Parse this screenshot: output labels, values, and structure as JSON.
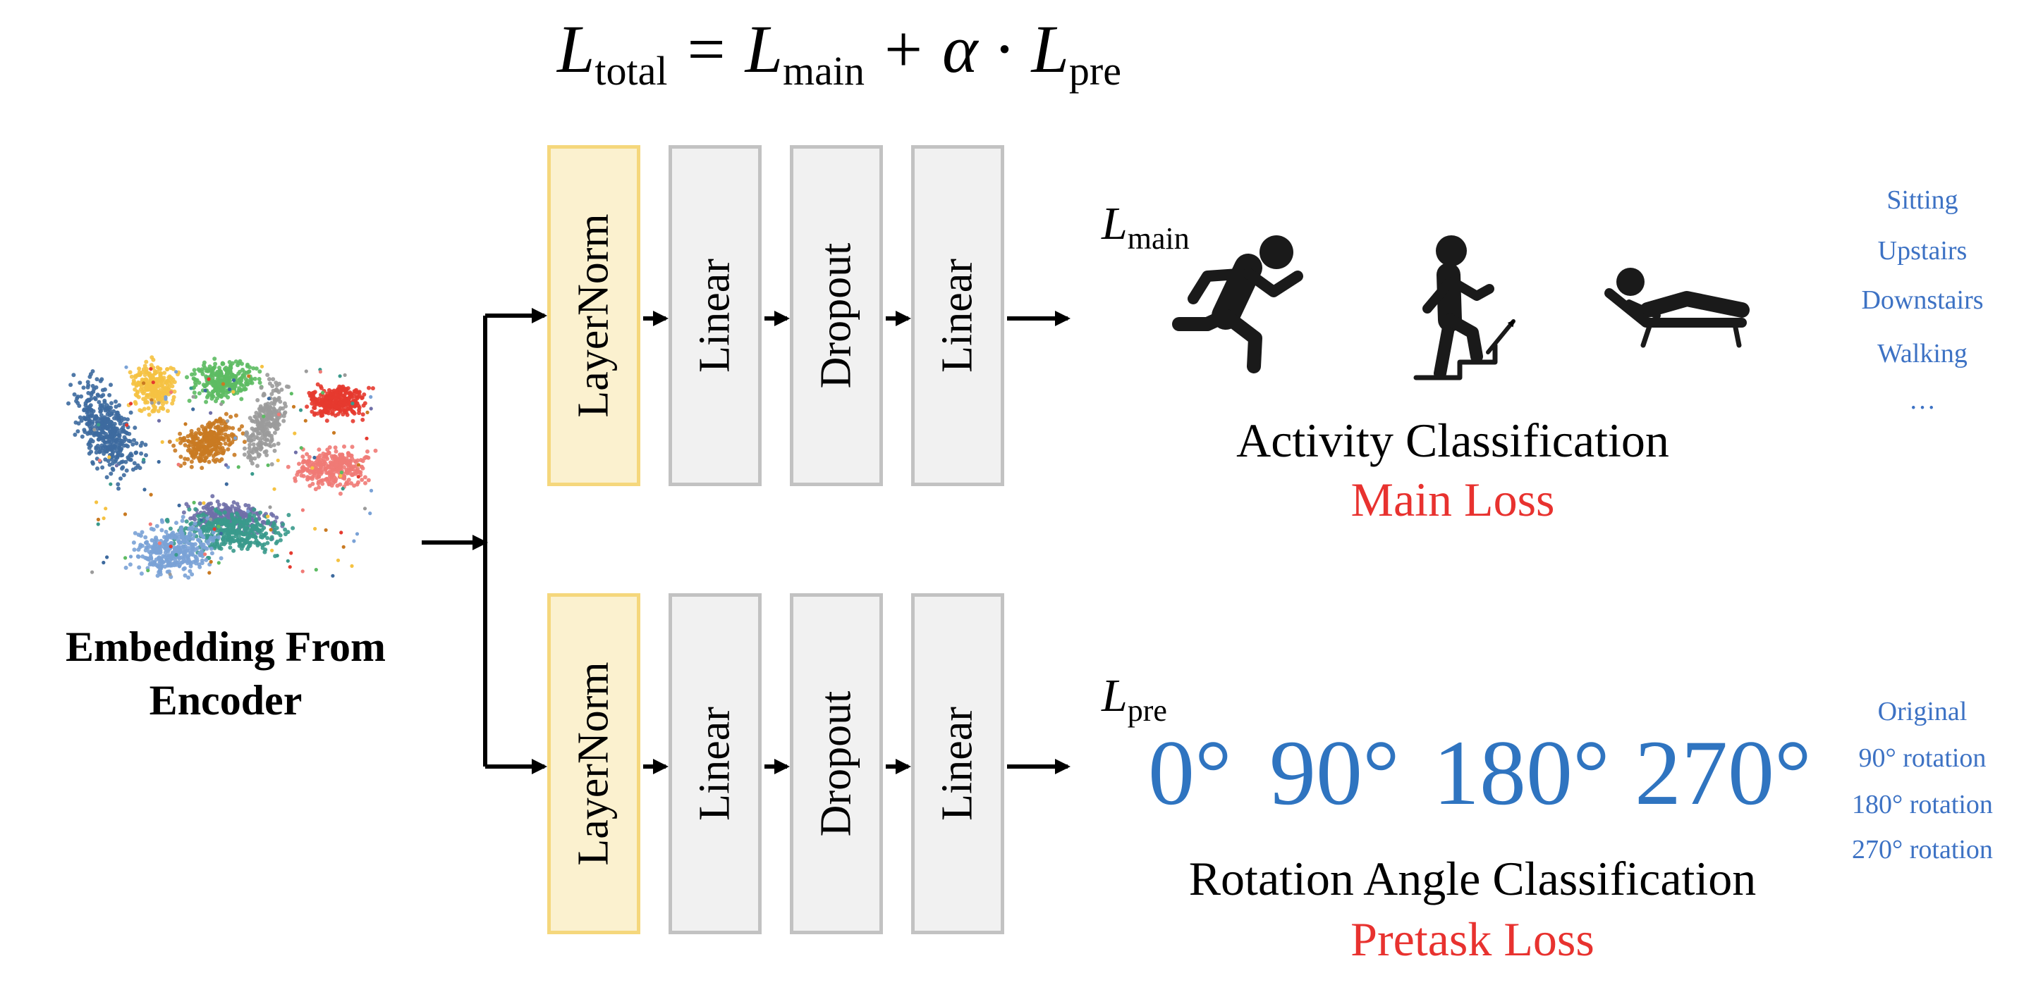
{
  "formula": {
    "lhs_var": "L",
    "lhs_sub": "total",
    "eq": "=",
    "t1_var": "L",
    "t1_sub": "main",
    "plus": "+",
    "alpha": "α",
    "dot": "·",
    "t2_var": "L",
    "t2_sub": "pre"
  },
  "embedding": {
    "label_line1": "Embedding From",
    "label_line2": "Encoder"
  },
  "heads": {
    "main": {
      "blocks": [
        "LayerNorm",
        "Linear",
        "Dropout",
        "Linear"
      ],
      "loss_var": "L",
      "loss_sub": "main",
      "task_title": "Activity Classification",
      "loss_name": "Main Loss",
      "icons": [
        "running-icon",
        "stairs-icon",
        "lying-icon"
      ]
    },
    "pre": {
      "blocks": [
        "LayerNorm",
        "Linear",
        "Dropout",
        "Linear"
      ],
      "loss_var": "L",
      "loss_sub": "pre",
      "task_title": "Rotation Angle Classification",
      "loss_name": "Pretask Loss",
      "angles": [
        "0°",
        "90°",
        "180°",
        "270°"
      ]
    }
  },
  "main_classes": [
    "Sitting",
    "Upstairs",
    "Downstairs",
    "Walking",
    "…"
  ],
  "pre_classes": [
    "Original",
    "90° rotation",
    "180° rotation",
    "270° rotation"
  ],
  "colors": {
    "layernorm_fill": "#fbf1cf",
    "layernorm_border": "#f5d77c",
    "block_fill": "#f1f1f1",
    "block_border": "#c2c2c2",
    "loss_red": "#e8322f",
    "class_blue": "#3d72c4",
    "angle_blue": "#2f74c0"
  },
  "cluster_colors": [
    "#3d6a9e",
    "#f5c242",
    "#5dbb63",
    "#c97a22",
    "#9b9b9b",
    "#e53a2f",
    "#f07a76",
    "#6f6fa8",
    "#3a9a8c",
    "#7aa2d6"
  ]
}
